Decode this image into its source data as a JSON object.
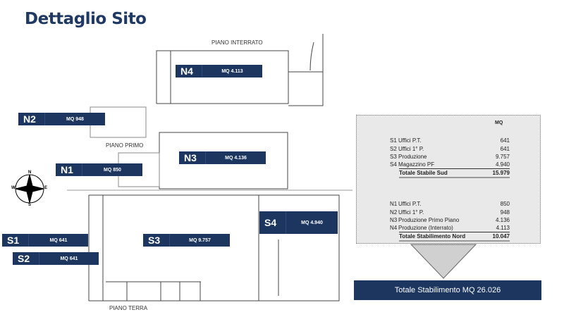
{
  "title": "Dettaglio Sito",
  "floors": {
    "interrato": "PIANO INTERRATO",
    "primo": "PIANO PRIMO",
    "terra": "PIANO TERRA"
  },
  "labels": [
    {
      "code": "N4",
      "mq": "MQ 4.113"
    },
    {
      "code": "N2",
      "mq": "MQ 948"
    },
    {
      "code": "N3",
      "mq": "MQ 4.136"
    },
    {
      "code": "N1",
      "mq": "MQ 850"
    },
    {
      "code": "S4",
      "mq": "MQ 4.940"
    },
    {
      "code": "S3",
      "mq": "MQ 9.757"
    },
    {
      "code": "S1",
      "mq": "MQ 641"
    },
    {
      "code": "S2",
      "mq": "MQ 641"
    }
  ],
  "compass": {
    "n": "N",
    "s": "S",
    "e": "E",
    "w": "W"
  },
  "table": {
    "header": "MQ",
    "sud": [
      {
        "code": "S1",
        "name": "Uffici P.T.",
        "value": "641"
      },
      {
        "code": "S2",
        "name": "Uffici 1° P.",
        "value": "641"
      },
      {
        "code": "S3",
        "name": "Produzione",
        "value": "9.757"
      },
      {
        "code": "S4",
        "name": "Magazzino PF",
        "value": "4.940"
      }
    ],
    "sud_total": {
      "name": "Totale Stabile  Sud",
      "value": "15.979"
    },
    "nord": [
      {
        "code": "N1",
        "name": "Uffici P.T.",
        "value": "850"
      },
      {
        "code": "N2",
        "name": "Uffici 1° P.",
        "value": "948"
      },
      {
        "code": "N3",
        "name": "Produzione Primo Piano",
        "value": "4.136"
      },
      {
        "code": "N4",
        "name": " Produzione  (Interrato)",
        "value": "4.113"
      }
    ],
    "nord_total": {
      "name": "Totale Stabilimento Nord",
      "value": "10.047"
    }
  },
  "grand_total": "Totale Stabilimento MQ 26.026"
}
